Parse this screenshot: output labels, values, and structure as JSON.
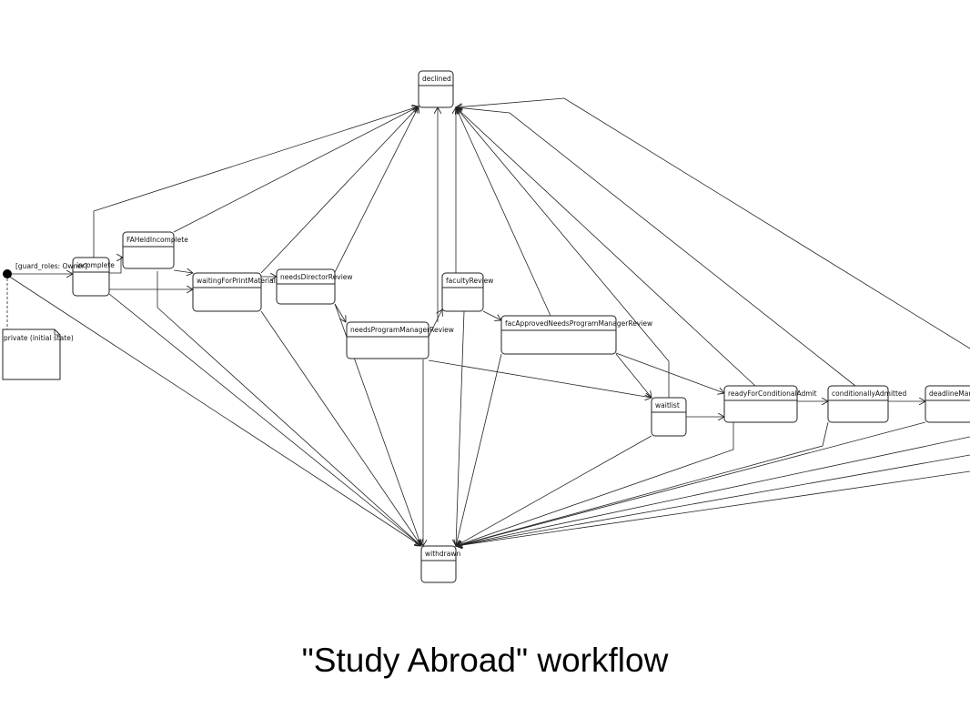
{
  "diagram": {
    "guard_label": "[guard_roles: Owner]",
    "note_text": "private (initial state)",
    "states": [
      {
        "id": "declined",
        "label": "declined"
      },
      {
        "id": "withdrawn",
        "label": "withdrawn"
      },
      {
        "id": "incomplete",
        "label": "incomplete"
      },
      {
        "id": "faheld",
        "label": "FAHeldIncomplete"
      },
      {
        "id": "waitprint",
        "label": "waitingForPrintMaterials"
      },
      {
        "id": "director",
        "label": "needsDirectorReview"
      },
      {
        "id": "pmreview",
        "label": "needsProgramManagerReview"
      },
      {
        "id": "faculty",
        "label": "facultyReview"
      },
      {
        "id": "facapproved",
        "label": "facApprovedNeedsProgramManagerReview"
      },
      {
        "id": "waitlist",
        "label": "waitlist"
      },
      {
        "id": "readyadmit",
        "label": "readyForConditionalAdmit"
      },
      {
        "id": "condadmitted",
        "label": "conditionallyAdmitted"
      },
      {
        "id": "deadline",
        "label": "deadlineManager"
      }
    ]
  },
  "caption": "\"Study Abroad\" workflow"
}
